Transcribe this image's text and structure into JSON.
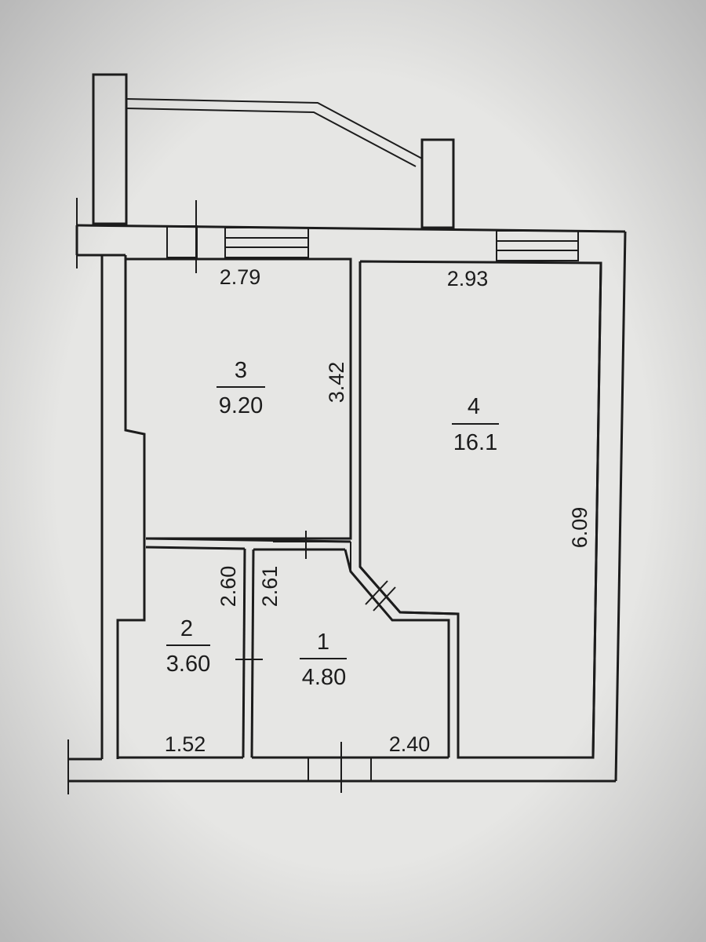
{
  "plan": {
    "colors": {
      "paper": "#e4e4e2",
      "line": "#1c1c1c",
      "shadow": "#bdbdbd"
    },
    "rooms": [
      {
        "number": "1",
        "area": "4.80"
      },
      {
        "number": "2",
        "area": "3.60"
      },
      {
        "number": "3",
        "area": "9.20"
      },
      {
        "number": "4",
        "area": "16.1"
      }
    ],
    "dimensions": {
      "room3_width": "2.79",
      "room3_height": "3.42",
      "room4_width": "2.93",
      "room4_height": "6.09",
      "room2_height": "2.60",
      "room1_height": "2.61",
      "room2_width": "1.52",
      "room1_width": "2.40"
    }
  }
}
